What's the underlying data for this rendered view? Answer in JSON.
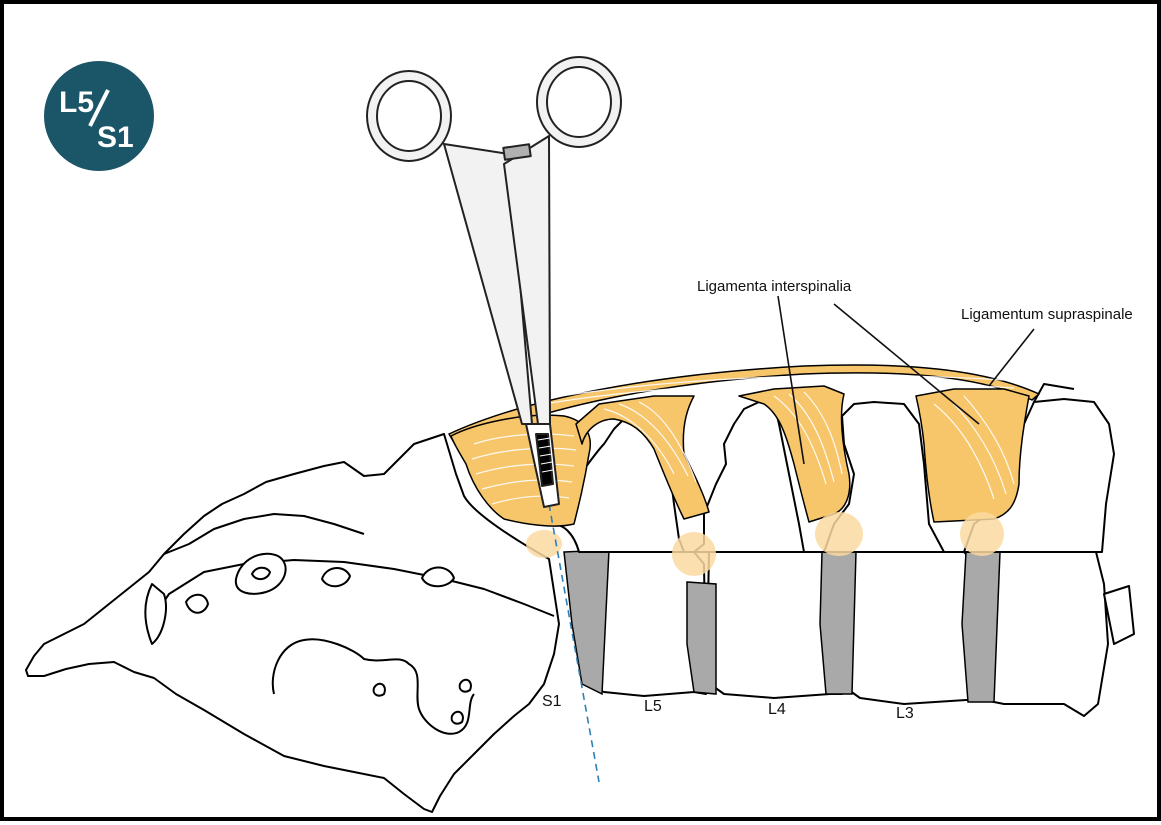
{
  "badge": {
    "top_text": "L5",
    "bottom_text": "S1",
    "color": "#1b5568"
  },
  "labels": {
    "interspinalia": "Ligamenta interspinalia",
    "supraspinale": "Ligamentum supraspinale",
    "s1": "S1",
    "l5": "L5",
    "l4": "L4",
    "l3": "L3"
  },
  "instrument": "hemostat-clamp-icon",
  "colors": {
    "ligament": "#f7c66b",
    "ligament_joint": "#fbd9a0",
    "disc": "#a9a9a9",
    "needle_line": "#2d7fb8",
    "outline": "#000000",
    "instrument_fill": "#f2f2f2",
    "instrument_stroke": "#222222"
  }
}
